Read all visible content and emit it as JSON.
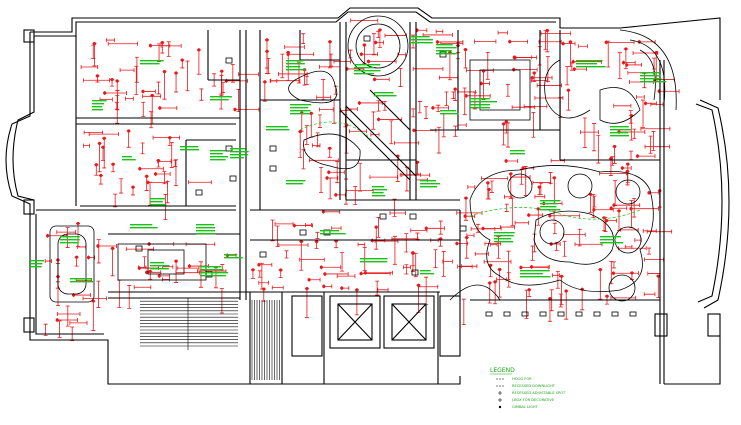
{
  "drawing": {
    "background": "#ffffff",
    "colors": {
      "walls": "#000000",
      "dimensions": "#e8191c",
      "annotations": "#19c219",
      "fixtures": "#000000"
    }
  },
  "legend": {
    "title": "LEGEND",
    "items": [
      {
        "symbol": "dash-line",
        "text": "HOOD FOR"
      },
      {
        "symbol": "dash-line",
        "text": "RECESSED DOWNLIGHT"
      },
      {
        "symbol": "cross",
        "text": "RECESSED ADJUSTABLE SPOT"
      },
      {
        "symbol": "cross",
        "text": "J-BOX FOR DECORATIVE"
      },
      {
        "symbol": "dot",
        "text": "GIMBAL LIGHT"
      }
    ]
  }
}
